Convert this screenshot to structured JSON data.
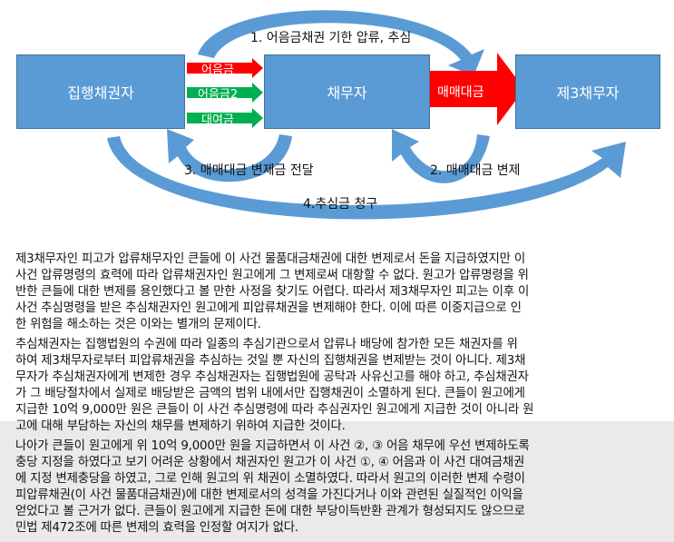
{
  "diagram": {
    "nodes": {
      "creditor": "집행채권자",
      "debtor": "채무자",
      "third_debtor": "제3채무자"
    },
    "arrow_labels": {
      "sale_price": "매매대금",
      "bill_amount": "어음금",
      "bill_amount_2": "어음금2",
      "loan_amount": "대여금"
    },
    "flow_labels": {
      "step1": "1. 어음금채권 기한 압류, 추심",
      "step2": "2. 매매대금 변제",
      "step3": "3. 매매대금 변제금 전달",
      "step4": "4.추심금 청구"
    }
  },
  "text": {
    "lines": [
      "제3채무자인 피고가 압류채무자인 큰들에 이 사건 물품대금채권에 대한 변제로서 돈을 지급하였지만 이",
      "사건 압류명령의 효력에 따라 압류채권자인 원고에게 그 변제로써 대항할 수 없다. 원고가 압류명령을 위",
      "반한 큰들에 대한 변제를 용인했다고 볼 만한 사정을 찾기도 어렵다. 따라서 제3채무자인 피고는 이후 이",
      "사건 추심명령을 받은 추심채권자인 원고에게 피압류채권을 변제해야 한다. 이에 따른 이중지급으로 인",
      "한 위험을 해소하는 것은 이와는 별개의 문제이다.",
      "추심채권자는 집행법원의 수권에 따라 일종의 추심기관으로서 압류나 배당에 참가한 모든 채권자를 위",
      "하여 제3채무자로부터 피압류채권을 추심하는 것일 뿐 자신의 집행채권을 변제받는 것이 아니다. 제3채",
      "무자가 추심채권자에게 변제한 경우 추심채권자는 집행법원에 공탁과 사유신고를 해야 하고, 추심채권자",
      "가 그 배당절차에서 실제로 배당받은 금액의 범위 내에서만 집행채권이 소멸하게 된다. 큰들이 원고에게",
      "지급한 10억 9,000만 원은 큰들이 이 사건 추심명령에 따라 추심권자인 원고에게 지급한 것이 아니라 원",
      "고에 대해 부담하는 자신의 채무를 변제하기 위하여 지급한 것이다.",
      "나아가 큰들이 원고에게 위 10억 9,000만 원을 지급하면서 이 사건 ②, ③ 어음 채무에 우선 변제하도록",
      "충당 지정을 하였다고 보기 어려운 상황에서 채권자인 원고가 이 사건 ①, ④ 어음과 이 사건 대여금채권",
      "에 지정 변제충당을 하였고, 그로 인해 원고의 위 채권이 소멸하였다. 따라서 원고의 이러한 변제 수령이",
      "피압류채권(이 사건 물품대금채권)에 대한 변제로서의 성격을 가진다거나 이와 관련된 실질적인 이익을",
      "얻었다고 볼 근거가 없다. 큰들이 원고에게 지급한 돈에 대한 부당이득반환 관계가 형성되지도 않으므로",
      "민법 제472조에 따른 변제의 효력을 인정할 여지가 없다."
    ]
  }
}
